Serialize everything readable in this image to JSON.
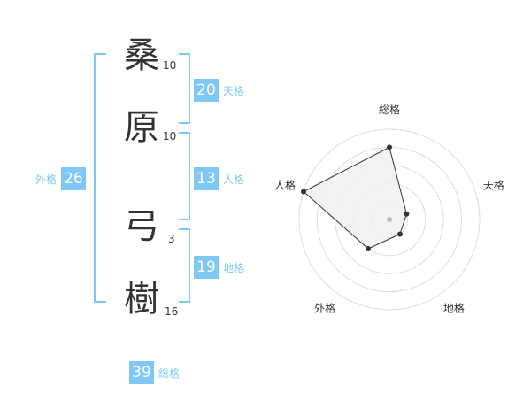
{
  "name": {
    "chars": [
      {
        "char": "桑",
        "strokes": "10"
      },
      {
        "char": "原",
        "strokes": "10"
      },
      {
        "char": "弓",
        "strokes": "3"
      },
      {
        "char": "樹",
        "strokes": "16"
      }
    ]
  },
  "fortunes": {
    "tenkaku": {
      "value": "20",
      "label": "天格"
    },
    "jinkaku": {
      "value": "13",
      "label": "人格"
    },
    "chikaku": {
      "value": "19",
      "label": "地格"
    },
    "gaikaku": {
      "value": "26",
      "label": "外格"
    },
    "soukaku": {
      "value": "39",
      "label": "総格"
    }
  },
  "chart_data": {
    "type": "radar",
    "axes": [
      "総格",
      "天格",
      "地格",
      "外格",
      "人格"
    ],
    "values": [
      4,
      1,
      1,
      2,
      5
    ],
    "rmax": 5,
    "rings": 5,
    "colors": {
      "fill": "#f0f0f0",
      "stroke": "#333333",
      "grid": "#dddddd",
      "point": "#333333",
      "center": "#bbbbbb"
    }
  },
  "colors": {
    "accent": "#7fc8f5",
    "text": "#333333"
  }
}
